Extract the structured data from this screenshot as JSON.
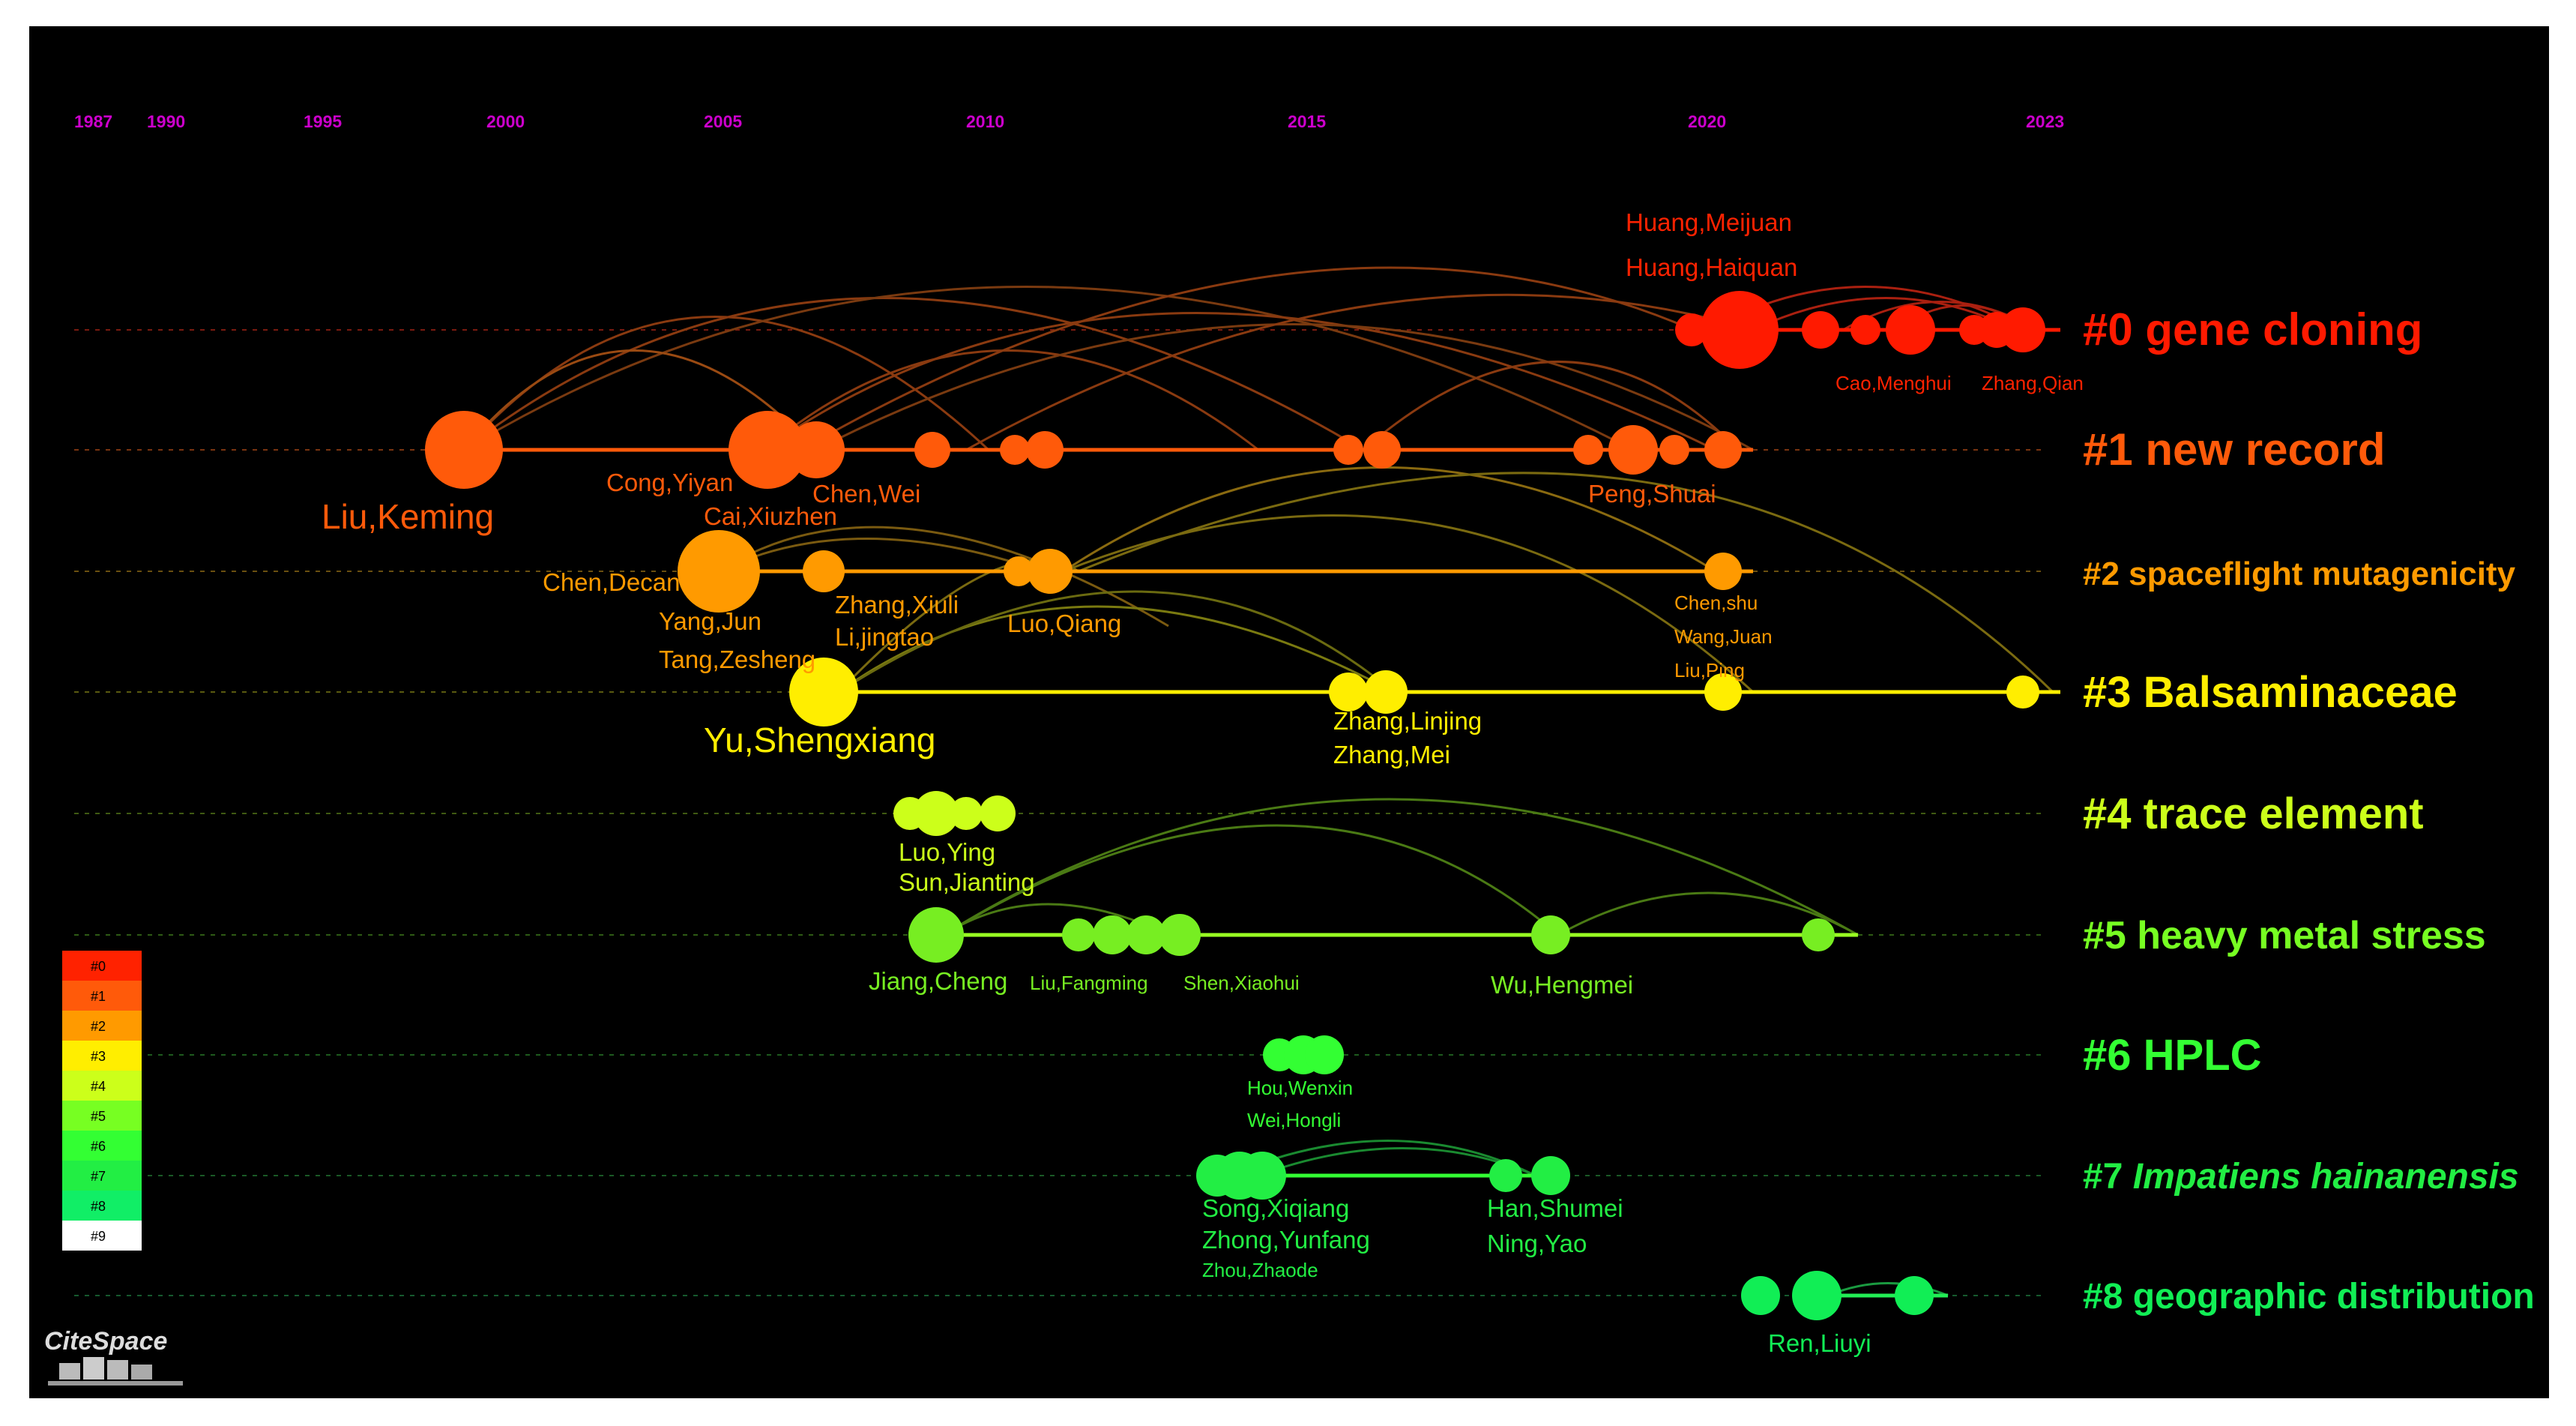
{
  "timeline": {
    "years": [
      {
        "label": "1987",
        "year": 1987
      },
      {
        "label": "1990",
        "year": 1990
      },
      {
        "label": "1995",
        "year": 1995
      },
      {
        "label": "2000",
        "year": 2000
      },
      {
        "label": "2005",
        "year": 2005
      },
      {
        "label": "2010",
        "year": 2010
      },
      {
        "label": "2015",
        "year": 2015
      },
      {
        "label": "2020",
        "year": 2020
      },
      {
        "label": "2023",
        "year": 2023
      }
    ],
    "year_color": "#cc00cc"
  },
  "clusters": [
    {
      "id": "0",
      "label": "#0 gene cloning",
      "color": "#ff1a00",
      "italic_part": ""
    },
    {
      "id": "1",
      "label": "#1 new record",
      "color": "#ff5a0a",
      "italic_part": ""
    },
    {
      "id": "2",
      "label": "#2 spaceflight mutagenicity",
      "color": "#ff9a00",
      "italic_part": ""
    },
    {
      "id": "3",
      "label": "#3 Balsaminaceae",
      "color": "#ffee00",
      "italic_part": ""
    },
    {
      "id": "4",
      "label": "#4 trace element",
      "color": "#ccff1a",
      "italic_part": ""
    },
    {
      "id": "5",
      "label": "#5 heavy metal stress",
      "color": "#77ff22",
      "italic_part": ""
    },
    {
      "id": "6",
      "label": "#6 HPLC",
      "color": "#33ff33",
      "italic_part": ""
    },
    {
      "id": "7",
      "label_prefix": "#7 ",
      "label_italic": "Impatiens hainanensis",
      "color": "#22ee44"
    },
    {
      "id": "8",
      "label": "#8 geographic distribution",
      "color": "#11ee55",
      "italic_part": ""
    }
  ],
  "authors": {
    "c0": [
      "Huang,Meijuan",
      "Huang,Haiquan",
      "Cao,Menghui",
      "Zhang,Qian"
    ],
    "c1": [
      "Liu,Keming",
      "Cong,Yiyan",
      "Cai,Xiuzhen",
      "Chen,Wei",
      "Peng,Shuai"
    ],
    "c2": [
      "Chen,Decan",
      "Yang,Jun",
      "Tang,Zesheng",
      "Zhang,Xiuli",
      "Li,jingtao",
      "Luo,Qiang",
      "Chen,shu",
      "Wang,Juan",
      "Liu,Ping"
    ],
    "c3": [
      "Yu,Shengxiang",
      "Zhang,Linjing",
      "Zhang,Mei"
    ],
    "c4": [
      "Luo,Ying",
      "Sun,Jianting"
    ],
    "c5": [
      "Jiang,Cheng",
      "Liu,Fangming",
      "Shen,Xiaohui",
      "Wu,Hengmei"
    ],
    "c6": [
      "Hou,Wenxin",
      "Wei,Hongli"
    ],
    "c7": [
      "Song,Xiqiang",
      "Zhong,Yunfang",
      "Zhou,Zhaode",
      "Han,Shumei",
      "Ning,Yao"
    ],
    "c8": [
      "Ren,Liuyi"
    ]
  },
  "legend": {
    "items": [
      {
        "label": "#0",
        "color": "#ff2200"
      },
      {
        "label": "#1",
        "color": "#ff5a0a"
      },
      {
        "label": "#2",
        "color": "#ff9a00"
      },
      {
        "label": "#3",
        "color": "#ffee00"
      },
      {
        "label": "#4",
        "color": "#ccff1a"
      },
      {
        "label": "#5",
        "color": "#77ff22"
      },
      {
        "label": "#6",
        "color": "#33ff33"
      },
      {
        "label": "#7",
        "color": "#22ee44"
      },
      {
        "label": "#8",
        "color": "#11ee66"
      },
      {
        "label": "#9",
        "color": "#ffffff"
      }
    ]
  },
  "logo": {
    "text": "CiteSpace"
  }
}
